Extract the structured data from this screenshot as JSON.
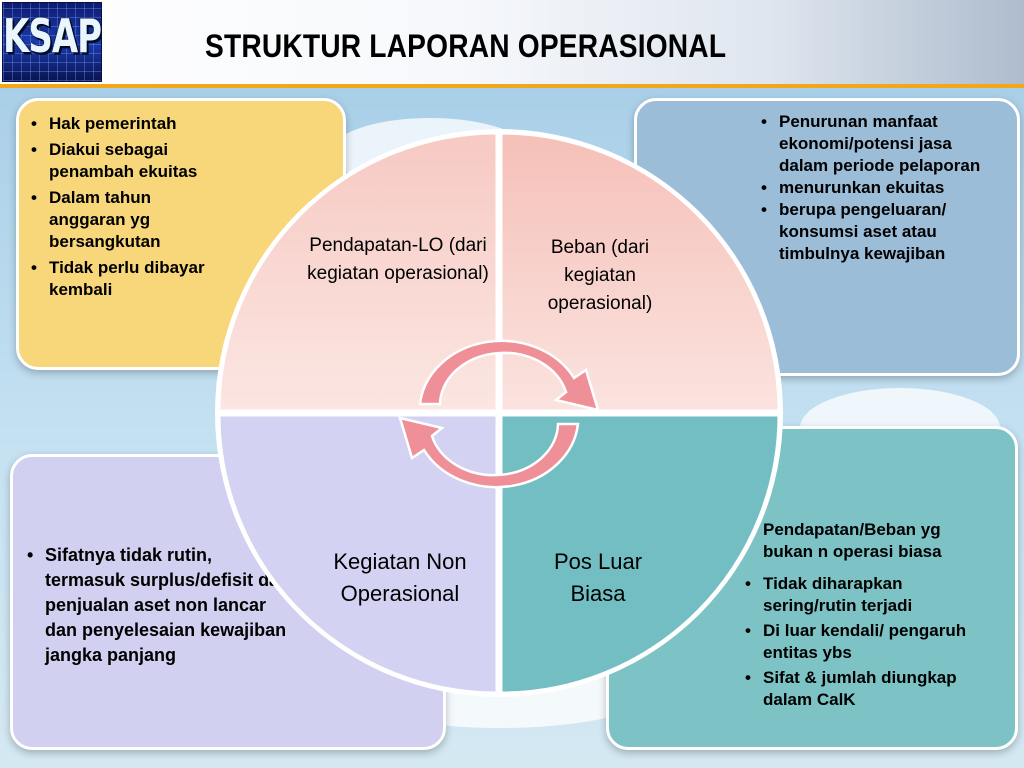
{
  "header": {
    "logo_text": "KSAP",
    "title": "STRUKTUR LAPORAN OPERASIONAL"
  },
  "colors": {
    "accent_line": "#f2a71b",
    "yellow_box": "#f7d77a",
    "blue_box": "#9cbdd8",
    "lavender_box": "#d1d0f1",
    "teal_box": "#7dc3c6",
    "quadrant_top": "#f6cfc9",
    "quadrant_bottom_left": "#d3d2f2",
    "quadrant_bottom_right": "#72bec3",
    "cycle_arrows": "#ef8f98"
  },
  "boxes": {
    "top_left": {
      "items": [
        "Hak pemerintah",
        "Diakui sebagai penambah ekuitas",
        "Dalam tahun anggaran yg bersangkutan",
        "Tidak perlu dibayar kembali"
      ]
    },
    "top_right": {
      "items": [
        "Penurunan manfaat ekonomi/potensi jasa dalam periode pelaporan",
        "menurunkan ekuitas",
        "berupa pengeluaran/ konsumsi aset atau timbulnya kewajiban"
      ]
    },
    "bottom_left": {
      "items": [
        "Sifatnya tidak rutin, termasuk surplus/defisit dari penjualan aset non lancar dan penyelesaian kewajiban jangka panjang"
      ]
    },
    "bottom_right": {
      "intro": "Pendapatan/Beban  yg bukan n operasi biasa",
      "items": [
        "Tidak diharapkan sering/rutin terjadi",
        "Di luar kendali/ pengaruh entitas ybs",
        "Sifat & jumlah diungkap dalam CalK"
      ]
    }
  },
  "quadrants": {
    "top_left": "Pendapatan-LO (dari kegiatan operasional)",
    "top_right": "Beban (dari kegiatan operasional)",
    "bottom_left": "Kegiatan Non Operasional",
    "bottom_right": "Pos Luar Biasa"
  },
  "icons": {
    "cycle": "circular-arrows-icon"
  }
}
